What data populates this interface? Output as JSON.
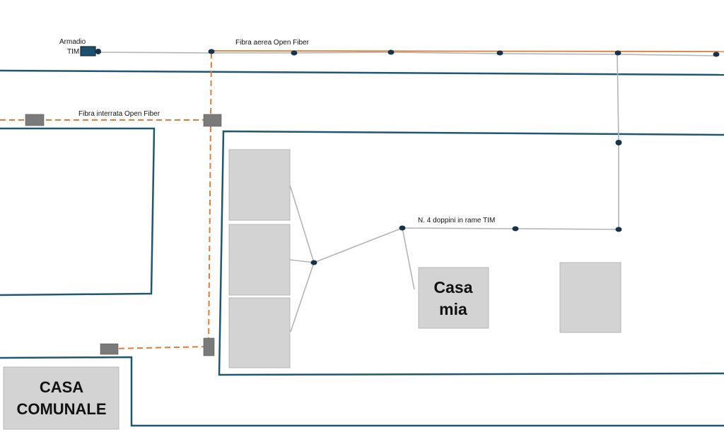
{
  "labels": {
    "armadio_line1": "Armadio",
    "armadio_line2": "TIM",
    "fibra_aerea": "Fibra aerea Open Fiber",
    "fibra_interrata": "Fibra interrata Open Fiber",
    "doppini": "N. 4 doppini in rame TIM",
    "casa_mia_line1": "Casa",
    "casa_mia_line2": "mia",
    "casa_comunale_line1": "CASA",
    "casa_comunale_line2": "COMUNALE"
  },
  "colors": {
    "road_border": "#1f5670",
    "fiber": "#e07b39",
    "copper_cable": "#b4b4b4",
    "building": "#d3d3d3",
    "building_border": "#b7b7b7",
    "pole": "#17324a",
    "manhole": "#7a7a7a",
    "cabinet": "#1f4f6e"
  }
}
